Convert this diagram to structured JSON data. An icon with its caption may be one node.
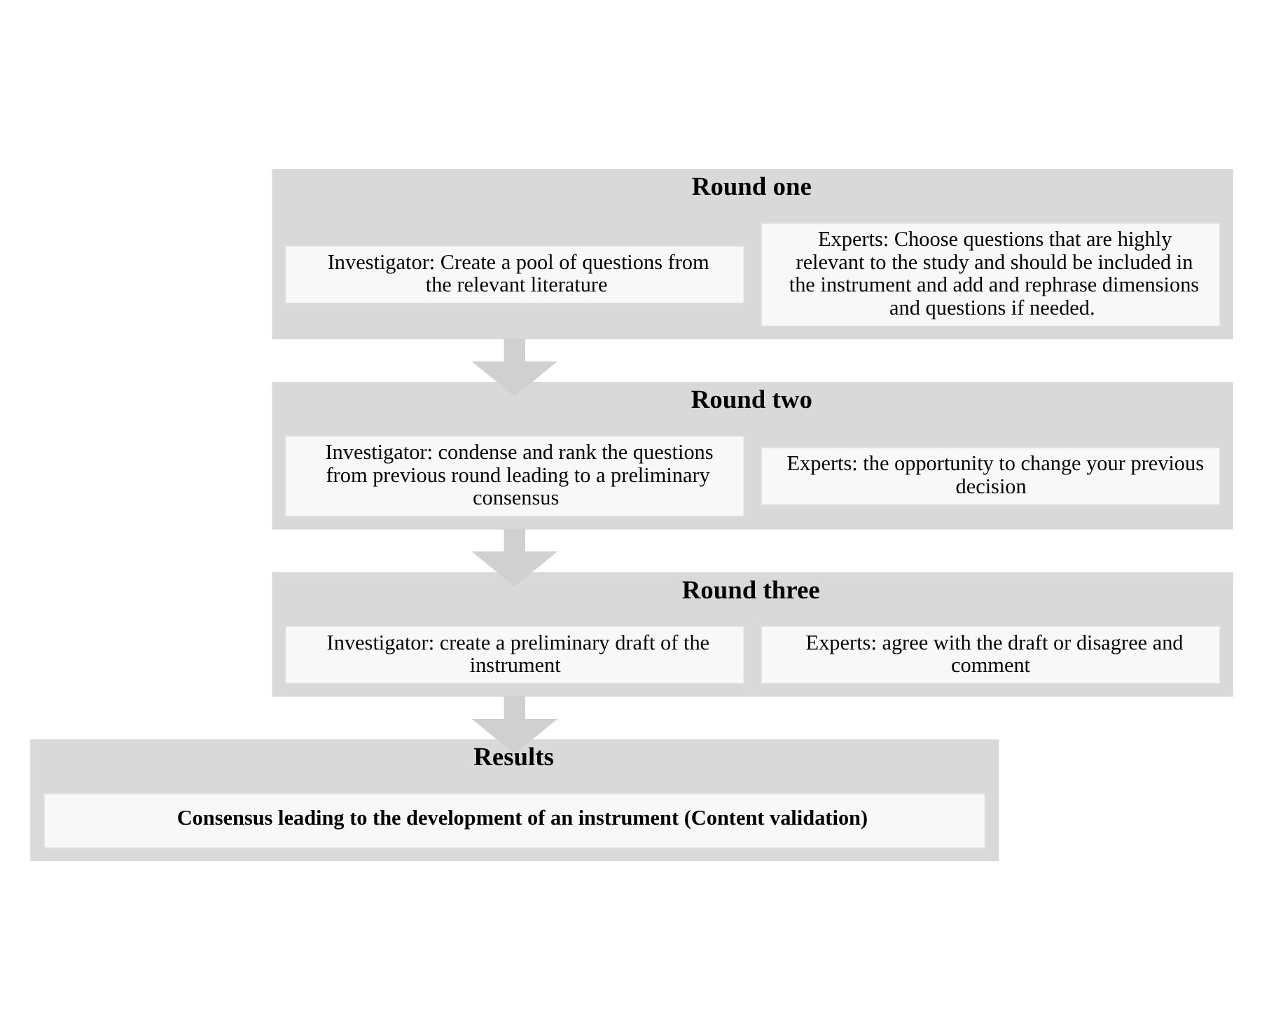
{
  "diagram": {
    "nodes": [
      {
        "text": [
          "Round one"
        ]
      },
      {
        "text": [
          "Investigator: Create a pool of questions from the relevant literature"
        ],
        "in": 0
      },
      {
        "text": [
          "Experts: Choose questions that are highly relevant to the study and should be included in the instrument and add and rephrase dimensions and questions if needed."
        ],
        "in": 0
      },
      {
        "text": [
          "Round two"
        ]
      },
      {
        "text": [
          "Investigator: condense and rank the questions from previous round leading to a preliminary consensus"
        ],
        "in": 3
      },
      {
        "text": [
          "Experts: the opportunity to change your previous decision"
        ],
        "in": 3
      },
      {
        "text": [
          "Round three"
        ]
      },
      {
        "text": [
          "Investigator: create a preliminary draft of the instrument"
        ],
        "in": 6
      },
      {
        "text": [
          "Experts: agree with the draft or disagree and comment"
        ],
        "in": 6
      },
      {
        "text": [
          "Results"
        ]
      },
      {
        "text": [
          "Consensus leading to the development of an instrument (Content validation)"
        ],
        "in": 9
      }
    ],
    "edges": [
      {
        "from": 0,
        "to": 3,
        "arrow": "to"
      },
      {
        "from": 3,
        "to": 6,
        "arrow": "to"
      },
      {
        "from": 6,
        "to": 9,
        "arrow": "to"
      }
    ]
  }
}
